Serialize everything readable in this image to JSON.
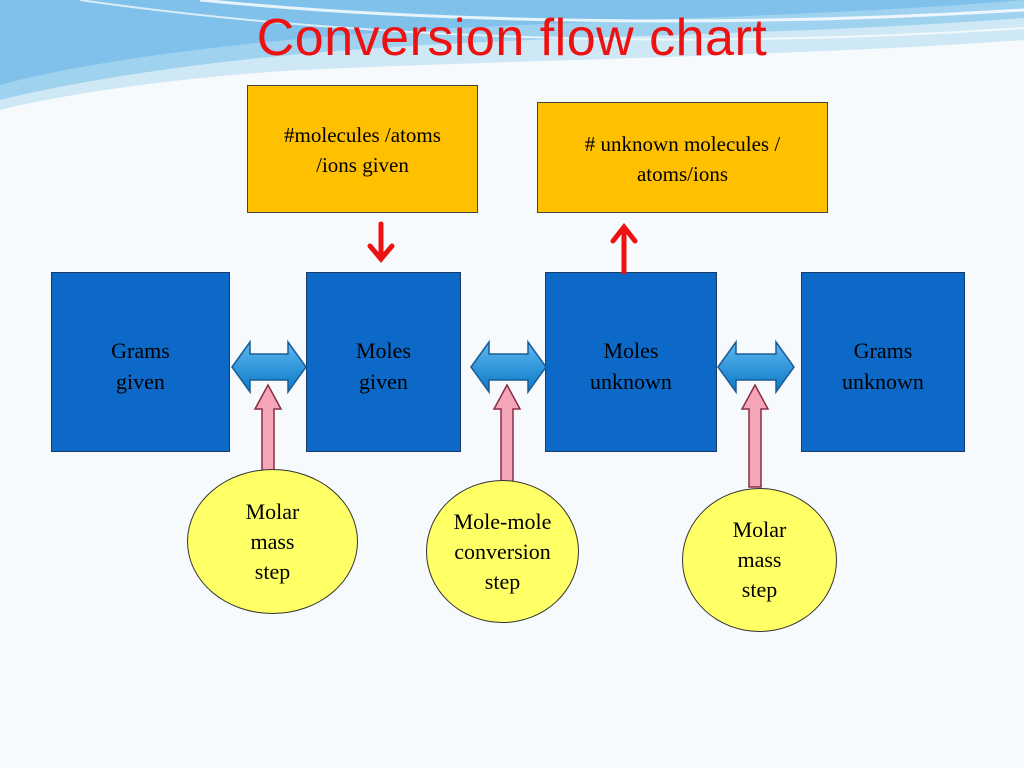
{
  "title": "Conversion flow chart",
  "top_boxes": {
    "given": "#molecules /atoms\n/ions given",
    "unknown": "# unknown molecules /\natoms/ions"
  },
  "blue_boxes": {
    "grams_given": "Grams\ngiven",
    "moles_given": "Moles\ngiven",
    "moles_unknown": "Moles\nunknown",
    "grams_unknown": "Grams\nunknown"
  },
  "steps": {
    "molar_mass_left": "Molar\nmass\nstep",
    "mole_mole": "Mole-mole\nconversion\nstep",
    "molar_mass_right": "Molar\nmass\nstep"
  },
  "colors": {
    "title": "#ee1111",
    "orange_box": "#ffc000",
    "blue_box": "#0d69c7",
    "step_circle": "#ffff66",
    "double_arrow": "#1e90d8",
    "up_arrow": "#f4a6b8",
    "red_arrow": "#ee1111"
  }
}
